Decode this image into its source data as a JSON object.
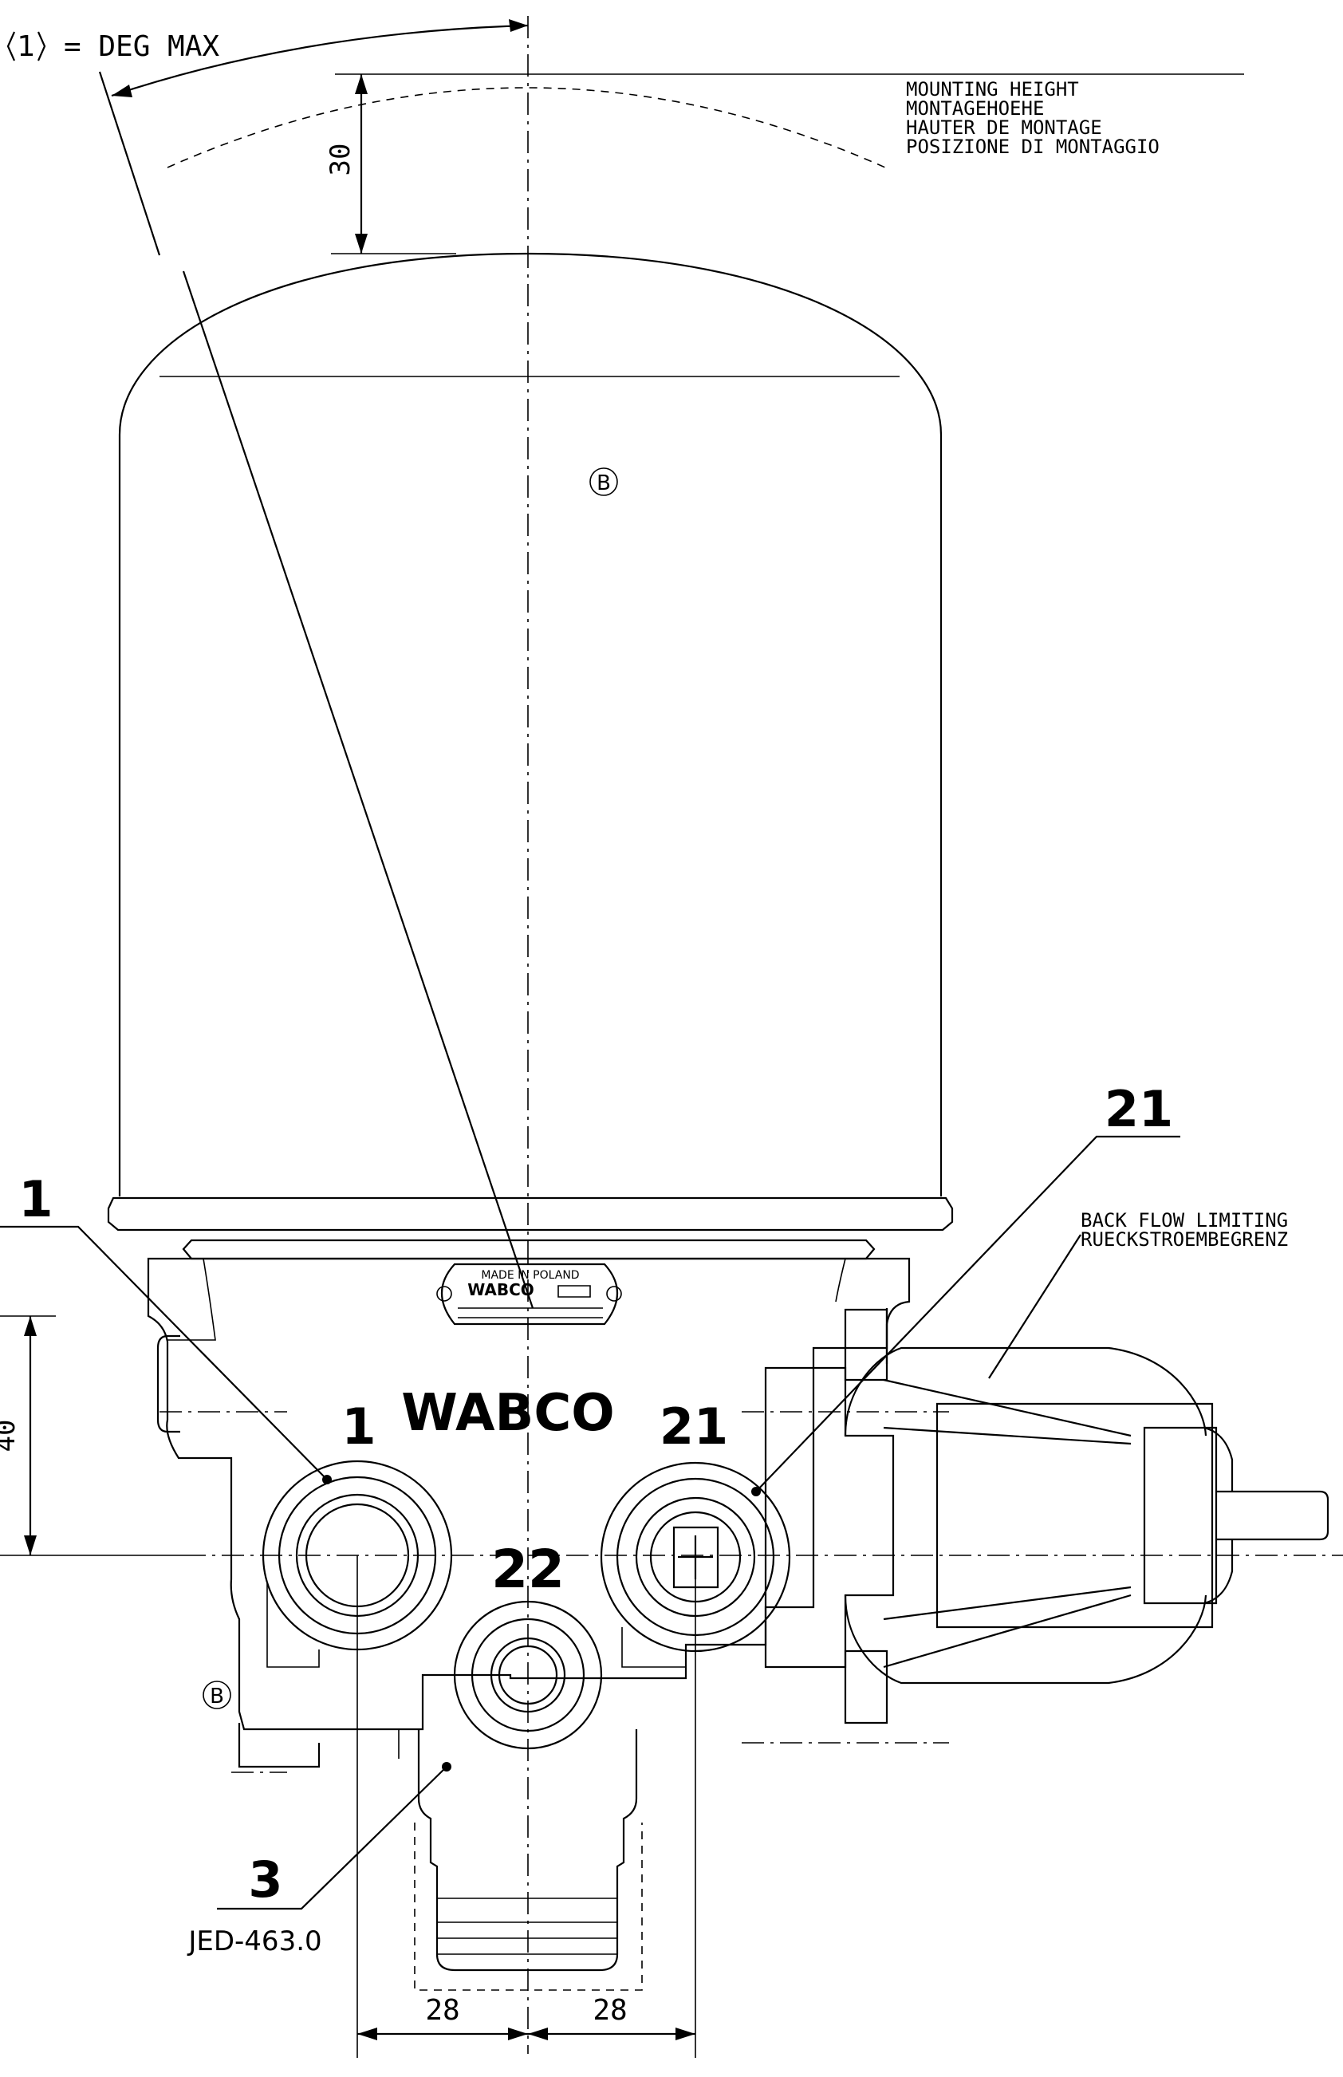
{
  "note_symbol": "1",
  "note_text": "= DEG MAX",
  "mounting_height": [
    "MOUNTING HEIGHT",
    "MONTAGEHOEHE",
    "HAUTER DE MONTAGE",
    "POSIZIONE DI MONTAGGIO"
  ],
  "dims": {
    "top": "30",
    "side": "40",
    "left_bottom": "28",
    "right_bottom": "28"
  },
  "marker_b": "B",
  "callouts": {
    "c1": "1",
    "c21": "21",
    "c3": "3",
    "c3_ref": "JED-463.0"
  },
  "back_flow": [
    "BACK FLOW LIMITING",
    "RUECKSTROEMBEGRENZ"
  ],
  "body_labels": {
    "made_in": "MADE IN POLAND",
    "plate_brand": "WABCO",
    "brand": "WABCO",
    "port1": "1",
    "port21": "21",
    "port22": "22"
  }
}
